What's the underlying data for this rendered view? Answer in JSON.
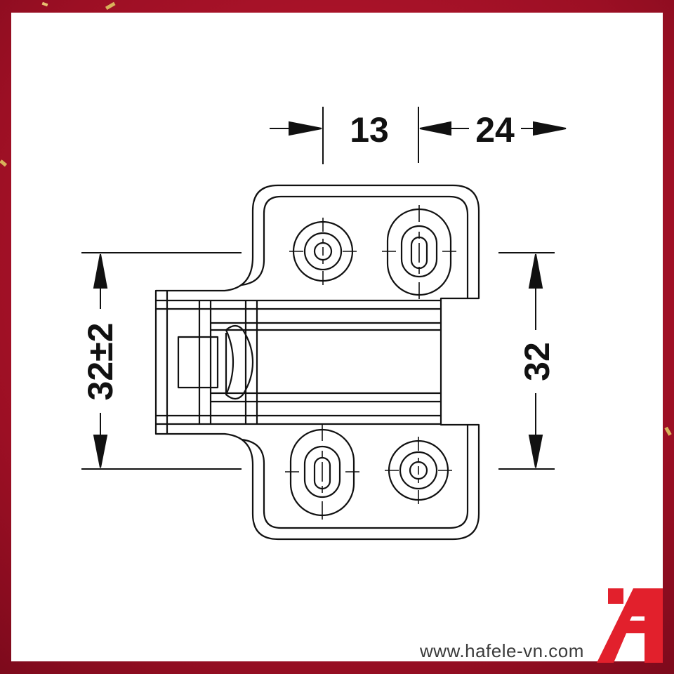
{
  "dimensions": {
    "offset_13": "13",
    "offset_24": "24",
    "height_adjustable": "32±2",
    "height_fixed": "32"
  },
  "footer": {
    "website": "www.hafele-vn.com"
  },
  "colors": {
    "frame": "#b3152d",
    "logo": "#e2202c",
    "line": "#111111"
  }
}
